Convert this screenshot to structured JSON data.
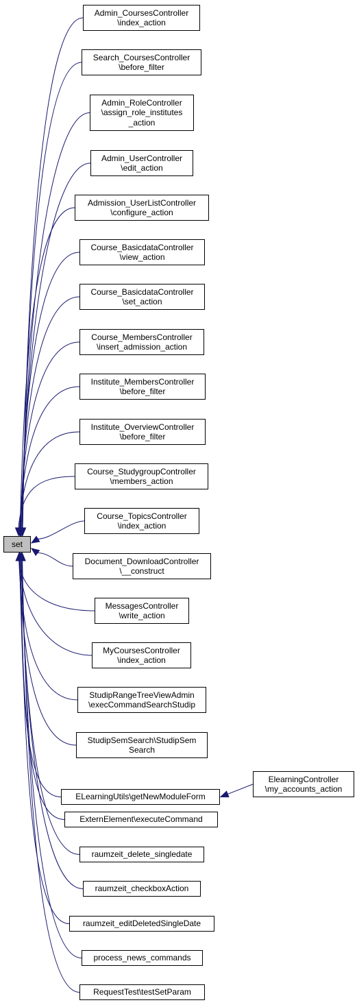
{
  "diagram": {
    "edge_color": "#191970",
    "root_fill": "#bfbfbf",
    "root": {
      "id": "set",
      "lines": [
        "set"
      ]
    },
    "nodes": [
      {
        "id": "n1",
        "lines": [
          "Admin_CoursesController",
          "\\index_action"
        ]
      },
      {
        "id": "n2",
        "lines": [
          "Search_CoursesController",
          "\\before_filter"
        ]
      },
      {
        "id": "n3",
        "lines": [
          "Admin_RoleController",
          "\\assign_role_institutes",
          "_action"
        ]
      },
      {
        "id": "n4",
        "lines": [
          "Admin_UserController",
          "\\edit_action"
        ]
      },
      {
        "id": "n5",
        "lines": [
          "Admission_UserListController",
          "\\configure_action"
        ]
      },
      {
        "id": "n6",
        "lines": [
          "Course_BasicdataController",
          "\\view_action"
        ]
      },
      {
        "id": "n7",
        "lines": [
          "Course_BasicdataController",
          "\\set_action"
        ]
      },
      {
        "id": "n8",
        "lines": [
          "Course_MembersController",
          "\\insert_admission_action"
        ]
      },
      {
        "id": "n9",
        "lines": [
          "Institute_MembersController",
          "\\before_filter"
        ]
      },
      {
        "id": "n10",
        "lines": [
          "Institute_OverviewController",
          "\\before_filter"
        ]
      },
      {
        "id": "n11",
        "lines": [
          "Course_StudygroupController",
          "\\members_action"
        ]
      },
      {
        "id": "n12",
        "lines": [
          "Course_TopicsController",
          "\\index_action"
        ]
      },
      {
        "id": "n13",
        "lines": [
          "Document_DownloadController",
          "\\__construct"
        ]
      },
      {
        "id": "n14",
        "lines": [
          "MessagesController",
          "\\write_action"
        ]
      },
      {
        "id": "n15",
        "lines": [
          "MyCoursesController",
          "\\index_action"
        ]
      },
      {
        "id": "n16",
        "lines": [
          "StudipRangeTreeViewAdmin",
          "\\execCommandSearchStudip"
        ]
      },
      {
        "id": "n17",
        "lines": [
          "StudipSemSearch\\StudipSem",
          "Search"
        ]
      },
      {
        "id": "n18",
        "lines": [
          "ELearningUtils\\getNewModuleForm"
        ]
      },
      {
        "id": "n19",
        "lines": [
          "ExternElement\\executeCommand"
        ]
      },
      {
        "id": "n20",
        "lines": [
          "raumzeit_delete_singledate"
        ]
      },
      {
        "id": "n21",
        "lines": [
          "raumzeit_checkboxAction"
        ]
      },
      {
        "id": "n22",
        "lines": [
          "raumzeit_editDeletedSingleDate"
        ]
      },
      {
        "id": "n23",
        "lines": [
          "process_news_commands"
        ]
      },
      {
        "id": "n24",
        "lines": [
          "RequestTest\\testSetParam"
        ]
      },
      {
        "id": "n25",
        "lines": [
          "ElearningController",
          "\\my_accounts_action"
        ]
      }
    ],
    "edges": [
      {
        "from": "n1",
        "to": "set"
      },
      {
        "from": "n2",
        "to": "set"
      },
      {
        "from": "n3",
        "to": "set"
      },
      {
        "from": "n4",
        "to": "set"
      },
      {
        "from": "n5",
        "to": "set"
      },
      {
        "from": "n6",
        "to": "set"
      },
      {
        "from": "n7",
        "to": "set"
      },
      {
        "from": "n8",
        "to": "set"
      },
      {
        "from": "n9",
        "to": "set"
      },
      {
        "from": "n10",
        "to": "set"
      },
      {
        "from": "n11",
        "to": "set"
      },
      {
        "from": "n12",
        "to": "set"
      },
      {
        "from": "n13",
        "to": "set"
      },
      {
        "from": "n14",
        "to": "set"
      },
      {
        "from": "n15",
        "to": "set"
      },
      {
        "from": "n16",
        "to": "set"
      },
      {
        "from": "n17",
        "to": "set"
      },
      {
        "from": "n18",
        "to": "set"
      },
      {
        "from": "n19",
        "to": "set"
      },
      {
        "from": "n20",
        "to": "set"
      },
      {
        "from": "n21",
        "to": "set"
      },
      {
        "from": "n22",
        "to": "set"
      },
      {
        "from": "n23",
        "to": "set"
      },
      {
        "from": "n24",
        "to": "set"
      },
      {
        "from": "n25",
        "to": "n18"
      }
    ]
  }
}
